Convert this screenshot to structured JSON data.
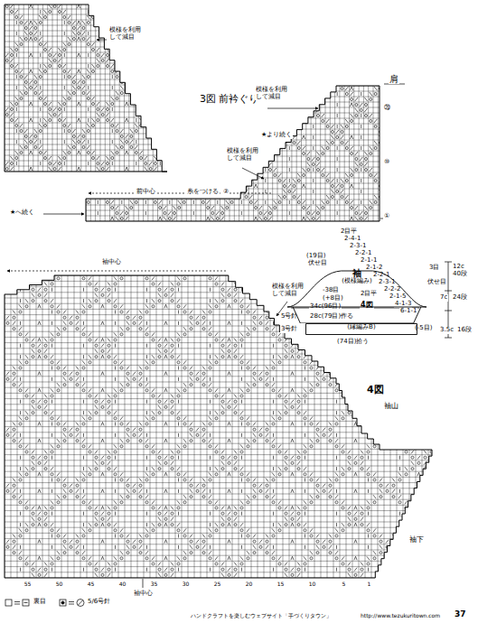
{
  "diagram": {
    "nodes": [
      {
        "text": [
          "袖",
          "(模様編み)"
        ]
      },
      {
        "text": [
          "(縁編みB)"
        ]
      }
    ],
    "labels": [
      "3図 前衿ぐり",
      "肩",
      "模様を利用して減目",
      "模様を利用して減目",
      "模様を利用して減目",
      "★より続く",
      "前中心",
      "糸をつける",
      "★へ続く",
      "②",
      "①",
      "⑩",
      "⑳",
      "2目平",
      "2-4-1",
      "2-3-1",
      "2-2-1",
      "(19目)",
      "2-1-1",
      "伏せ目",
      "2-1-2",
      "3目",
      "2-2-1",
      "2-3-1",
      "伏せ目",
      "2-2-2",
      "2-1-5",
      "4-1-3",
      "6-1-1",
      "12c",
      "40段",
      "7c",
      "24段",
      "3.5c",
      "16段",
      "-38目",
      "2目平",
      "(+8目)",
      "34c(96目)",
      "4図",
      "5号針",
      "28c(79目)作る",
      "3号針",
      "(-5目)",
      "(74目)拾う",
      "袖中心",
      "模様を利用して減目",
      "4図",
      "袖山",
      "袖下",
      "袖中心",
      "55",
      "50",
      "45",
      "40",
      "35",
      "30",
      "25",
      "20",
      "15",
      "10",
      "5",
      "1",
      "ハンドクラフトを楽しむウェブサイト「手づくりタウン」",
      "http://www.tezukuritown.com",
      "37"
    ],
    "legend": [
      {
        "text": "裏目"
      },
      {
        "text": "5/6号針"
      }
    ]
  }
}
